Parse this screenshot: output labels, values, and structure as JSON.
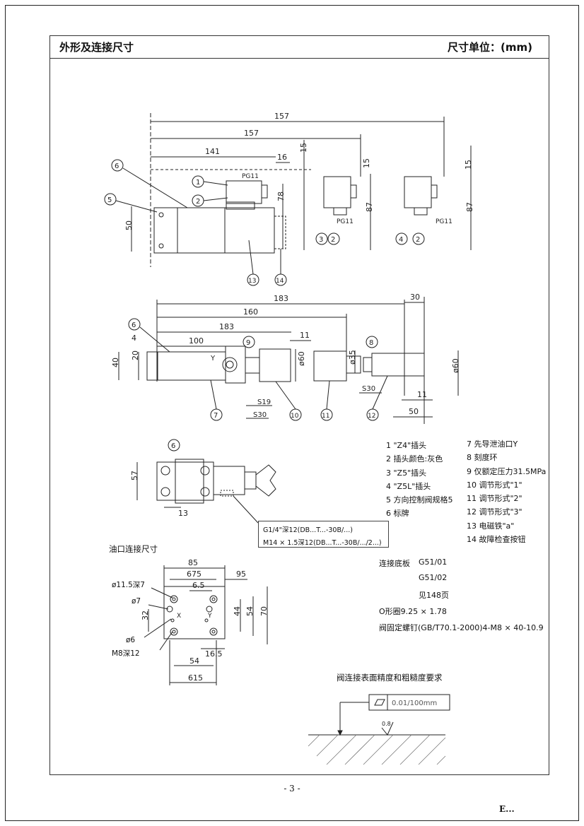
{
  "header": {
    "title": "外形及连接尺寸",
    "unit": "尺寸单位：(mm)"
  },
  "legend_left": [
    "1 \"Z4\"插头",
    "2 插头颜色:灰色",
    "3 \"Z5\"插头",
    "4 \"Z5L\"插头",
    "5 方向控制阀规格5",
    "6 标牌"
  ],
  "legend_right": [
    "7 先导泄油口Y",
    "8 刻度环",
    "9 仅额定压力31.5MPa",
    "10 调节形式\"1\"",
    "11 调节形式\"2\"",
    "12 调节形式\"3\"",
    "13 电磁铁\"a\"",
    "14 故障检查按钮"
  ],
  "port_note": {
    "line1": "G1/4\"深12(DB...T...-30B/...)",
    "line2": "M14 × 1.5深12(DB...T...-30B/.../2...)"
  },
  "mounting": {
    "base_label": "连接底板",
    "base1": "G51/01",
    "base2": "G51/02",
    "page_ref": "见148页",
    "oring": "O形圈9.25 × 1.78",
    "screws": "阀固定螺钉(GB/T70.1-2000)4-M8 × 40-10.9"
  },
  "port_section": {
    "title": "油口连接尺寸",
    "labels": {
      "d115": "ø11.5深7",
      "d7": "ø7",
      "d6": "ø6",
      "m8": "M8深12",
      "x": "X",
      "y": "Y"
    },
    "dims": {
      "w85": "85",
      "w675": "675",
      "w95": "95",
      "w65": "6.5",
      "h32": "32",
      "h44": "44",
      "h54": "54",
      "h70": "70",
      "w165": "16.5",
      "w54": "54",
      "w615": "615"
    }
  },
  "surface_req": {
    "title": "阀连接表面精度和粗糙度要求",
    "flatness": "0.01/100mm",
    "roughness": "0.8"
  },
  "top_view_dims": {
    "d157a": "157",
    "d157b": "157",
    "d141": "141",
    "d16": "16",
    "d15a": "15",
    "d78": "78",
    "d50": "50",
    "pg11a": "PG11",
    "d15b": "15",
    "d87a": "87",
    "pg11b": "PG11",
    "d15c": "15",
    "d87b": "87",
    "pg11c": "PG11"
  },
  "side_view_dims": {
    "d183a": "183",
    "d160": "160",
    "d183b": "183",
    "d100": "100",
    "d4": "4",
    "d20": "20",
    "d40": "40",
    "d11a": "11",
    "d60a": "ø60",
    "d35": "ø35",
    "d30": "30",
    "d60b": "ø60",
    "d11b": "11",
    "d50": "50",
    "s19": "S19",
    "s30a": "S30",
    "s30b": "S30",
    "y": "Y"
  },
  "bottom_view_dims": {
    "d57": "57",
    "d13": "13"
  },
  "callouts": [
    "1",
    "2",
    "3",
    "4",
    "5",
    "6",
    "7",
    "8",
    "9",
    "10",
    "11",
    "12",
    "13",
    "14"
  ],
  "footer": {
    "page": "- 3 -",
    "mark": "E..."
  }
}
